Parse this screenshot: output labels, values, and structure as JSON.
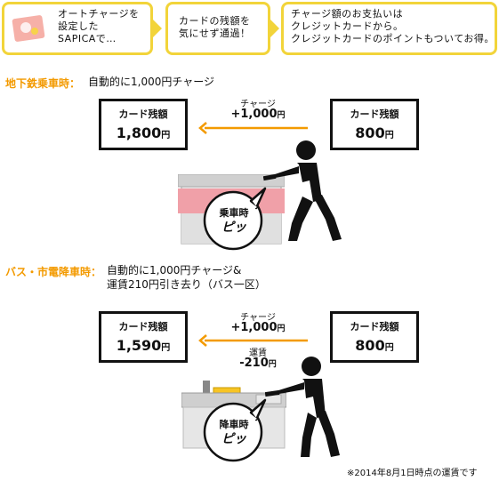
{
  "callouts": [
    {
      "text": "オートチャージを\n設定した\nSAPICAで…"
    },
    {
      "text": "カードの残額を\n気にせず通過！"
    },
    {
      "text": "チャージ額のお支払いは\nクレジットカードから。\nクレジットカードのポイントもついてお得。"
    }
  ],
  "subway": {
    "label": "地下鉄乗車時：",
    "desc": "自動的に1,000円チャージ",
    "left_card": {
      "title": "カード残額",
      "value": "1,800",
      "unit": "円"
    },
    "right_card": {
      "title": "カード残額",
      "value": "800",
      "unit": "円"
    },
    "charge_label": "チャージ",
    "charge_value": "+1,000",
    "charge_unit": "円",
    "bubble_line1": "乗車時",
    "bubble_line2": "ピッ"
  },
  "bus": {
    "label": "バス・市電降車時：",
    "desc_line1": "自動的に1,000円チャージ&",
    "desc_line2": "運賃210円引き去り（バス一区）",
    "left_card": {
      "title": "カード残額",
      "value": "1,590",
      "unit": "円"
    },
    "right_card": {
      "title": "カード残額",
      "value": "800",
      "unit": "円"
    },
    "charge_label": "チャージ",
    "charge_value": "+1,000",
    "charge_unit": "円",
    "fare_label": "運賃",
    "fare_value": "-210",
    "fare_unit": "円",
    "bubble_line1": "降車時",
    "bubble_line2": "ピッ"
  },
  "note": "※2014年8月1日時点の運賃です",
  "colors": {
    "callout_border": "#f2d43a",
    "accent_orange": "#f39a00",
    "reader_pink": "#f0a0a8"
  }
}
